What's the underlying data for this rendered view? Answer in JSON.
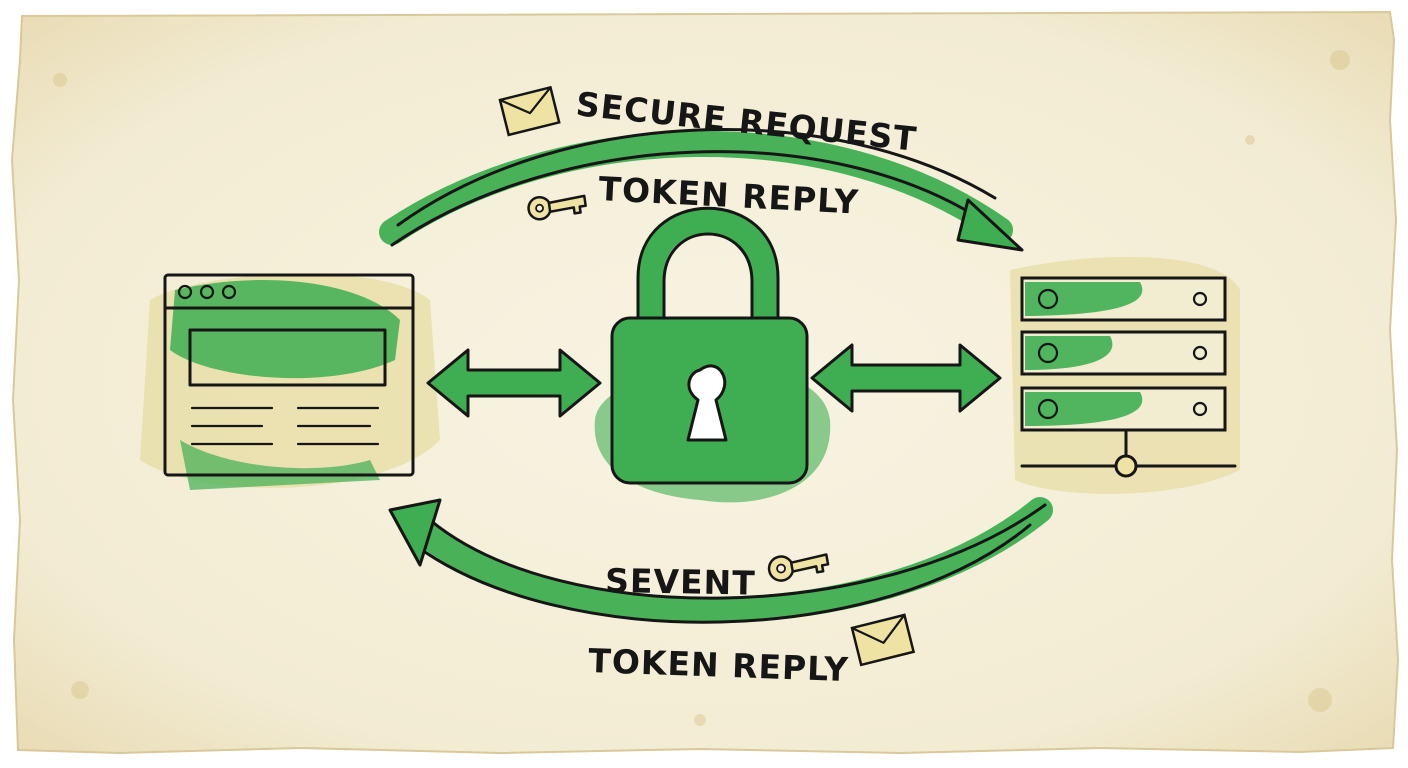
{
  "labels": {
    "top_primary": "SECURE REQUEST",
    "top_secondary": "TOKEN REPLY",
    "bottom_primary": "SEVENT",
    "bottom_secondary": "TOKEN REPLY"
  },
  "colors": {
    "paper": "#f6f1de",
    "paper_edge": "#e2d3ab",
    "stain": "#d9c98e",
    "accent_green": "#3fae52",
    "ink": "#161616",
    "icon_yellow": "#efe3a4"
  }
}
